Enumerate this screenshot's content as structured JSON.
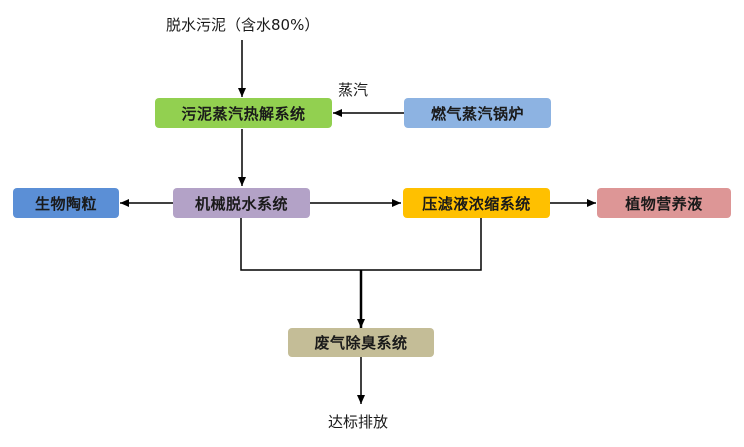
{
  "nodes": {
    "input": {
      "label": "脱水污泥（含水80%）"
    },
    "hydro": {
      "label": "污泥蒸汽热解系统",
      "color": "#92d050"
    },
    "boiler": {
      "label": "燃气蒸汽锅炉",
      "color": "#8db3e2"
    },
    "mech": {
      "label": "机械脱水系统",
      "color": "#b3a2c7"
    },
    "ceramic": {
      "label": "生物陶粒",
      "color": "#5b8fd6"
    },
    "filter": {
      "label": "压滤液浓缩系统",
      "color": "#ffc000"
    },
    "nutrient": {
      "label": "植物营养液",
      "color": "#dd9696"
    },
    "odor": {
      "label": "废气除臭系统",
      "color": "#c4bd97"
    },
    "output": {
      "label": "达标排放"
    }
  },
  "edges": {
    "steam": {
      "label": "蒸汽"
    }
  }
}
